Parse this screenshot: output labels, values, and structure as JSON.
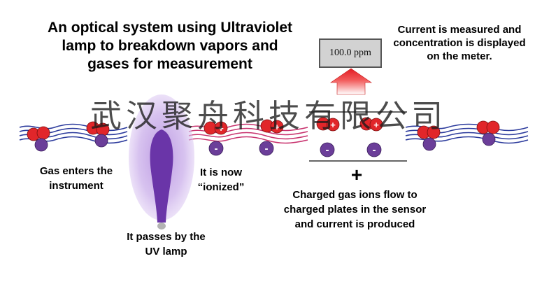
{
  "title": "An optical system using Ultraviolet lamp to breakdown vapors and gases for measurement",
  "measurement_caption": "Current is measured and concentration is displayed on the meter.",
  "meter_reading": "100.0 ppm",
  "gas_enters_caption": "Gas enters the instrument",
  "ionized_caption": "It is now “ionized”",
  "uv_lamp_caption": "It passes by the UV lamp",
  "ions_flow_caption": "Charged gas ions flow to charged plates in the sensor and current is produced",
  "plus_sign": "+",
  "minus_sign": "-",
  "plus_marker": "+",
  "watermark": "武汉聚舟科技有限公司",
  "colors": {
    "molecule_red": "#e1262a",
    "molecule_purple": "#6b3e99",
    "gas_wave_blue": "#2b3a9c",
    "ionized_wave_pink": "#c8326e",
    "uv_glow": "#c9aee6",
    "uv_lamp": "#6a35a8",
    "arrow_red": "#e31b23"
  }
}
